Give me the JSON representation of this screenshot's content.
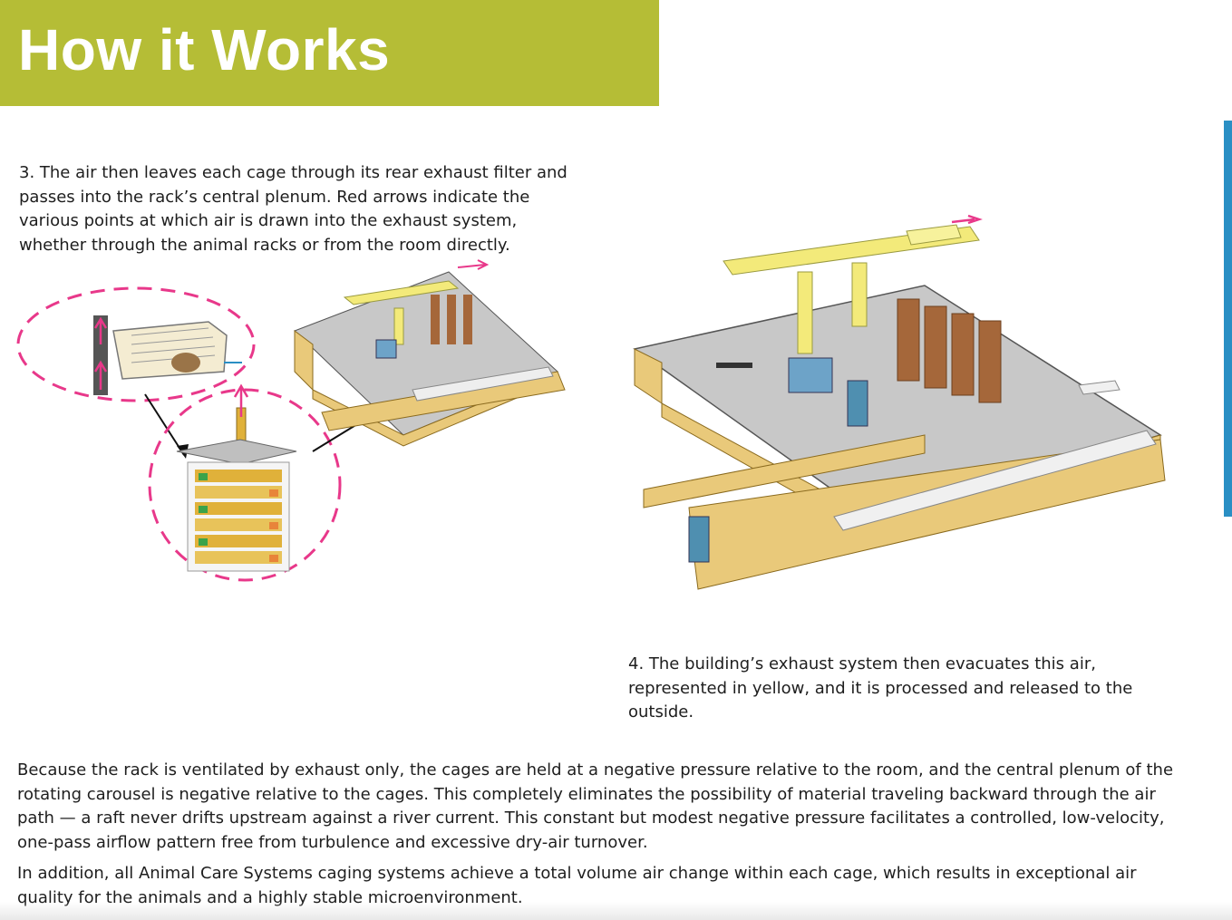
{
  "header": {
    "title": "How it Works"
  },
  "steps": [
    {
      "text": "3. The air then leaves each cage through its rear exhaust filter and passes into the rack’s central plenum. Red arrows indicate the various points at which air is drawn into the exhaust system, whether through the animal racks or from the room directly."
    },
    {
      "text": "4. The building’s exhaust system then evacuates this air, represented in yellow, and it is processed and released to the outside."
    }
  ],
  "paragraphs": [
    "Because the rack is ventilated by exhaust only, the cages are held at a negative pressure relative to the room, and the central plenum of the rotating carousel is negative relative to the cages. This completely eliminates the possibility of material traveling backward through the air path — a raft never drifts upstream against a river current. This constant but modest negative pressure facilitates a controlled, low-velocity, one-pass airflow pattern free from turbulence and excessive dry-air turnover.",
    "In addition, all Animal Care Systems caging systems achieve a total volume air change within each cage, which results in exceptional air quality for the animals and a highly stable microenvironment."
  ],
  "colors": {
    "banner": "#b5bd36",
    "edge_bar": "#2a8fc4",
    "exhaust_duct": "#f3ea7a",
    "arrow": "#e8388a",
    "wall": "#e9c97a"
  }
}
